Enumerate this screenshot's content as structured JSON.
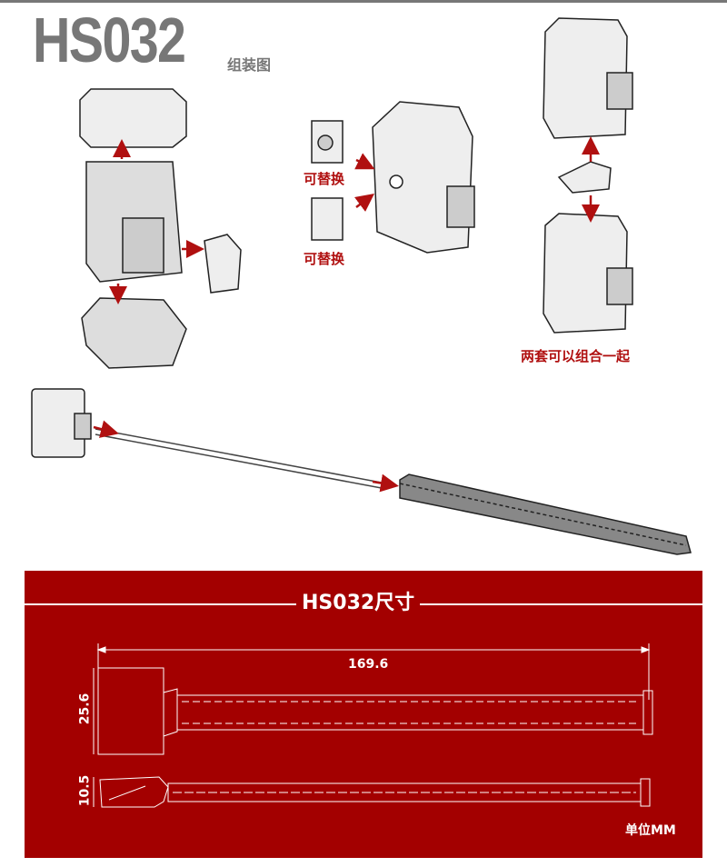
{
  "header": {
    "title": "HS032",
    "subtitle": "组装图"
  },
  "assembly": {
    "replaceable_label_1": "可替换",
    "replaceable_label_2": "可替换",
    "combine_label": "两套可以组合一起"
  },
  "dimensions": {
    "title": "HS032尺寸",
    "length": "169.6",
    "width": "25.6",
    "thickness": "10.5",
    "unit": "单位MM"
  },
  "colors": {
    "accent": "#a30000",
    "arrow": "#b01010",
    "title_gray": "#777777"
  }
}
